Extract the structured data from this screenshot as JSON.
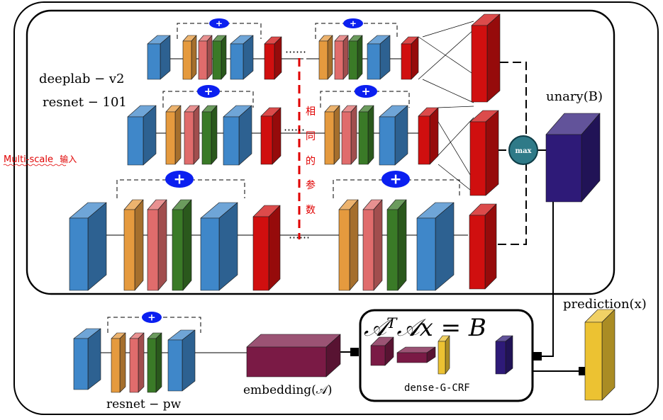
{
  "labels": {
    "network_line1": "deeplab − v2",
    "network_line2": "resnet − 101",
    "multiscale_en": "Multi-scale",
    "multiscale_cn": "输入",
    "same_params_chars": [
      "相",
      "同",
      "的",
      "参",
      "数"
    ],
    "unary": "unary(B)",
    "prediction": "prediction(x)",
    "pw_net": "resnet − pw",
    "embedding": "embedding(𝒜)",
    "crf_equation": "𝒜ᵀ𝒜x = B",
    "crf_name": "dense-G-CRF",
    "max": "max",
    "plus": "+",
    "ellipsis": "⋯⋯"
  },
  "colors": {
    "blue": "#3f87c9",
    "orange": "#e59a3e",
    "salmon": "#e06c6c",
    "green": "#3a7a27",
    "red": "#d00f0f",
    "navy": "#2e1a78",
    "maroon": "#7a1a45",
    "gold": "#ecc232",
    "teal": "#2f7a88",
    "plus_blue": "#0b1ff0",
    "annotation_red": "#e00000"
  },
  "branches": [
    "scale-1",
    "scale-2",
    "scale-3"
  ],
  "crf_blocks": [
    "first-block",
    "second-block",
    "third-block",
    "fourth-block"
  ]
}
